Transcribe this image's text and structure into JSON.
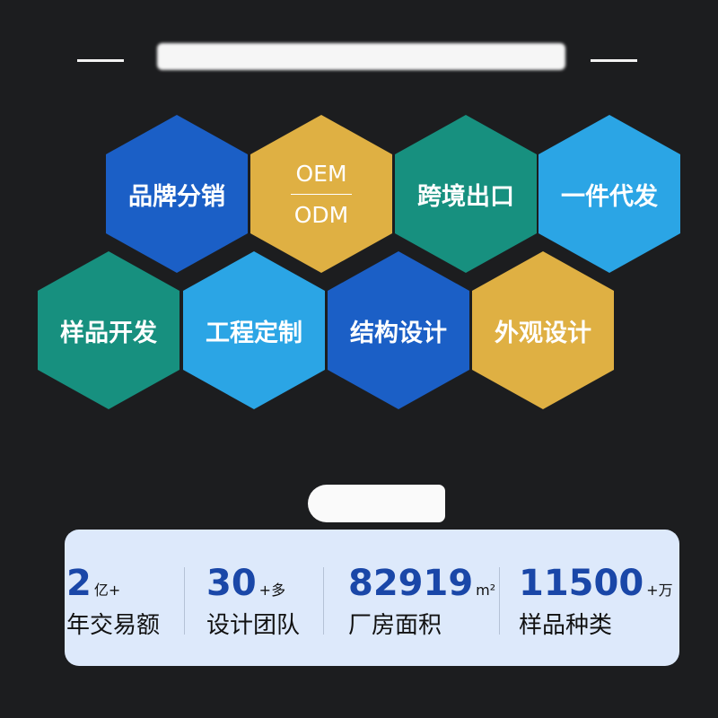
{
  "hexagons": [
    {
      "label": "品牌分销",
      "color": "#1b5fc6"
    },
    {
      "label_top": "OEM",
      "label_bottom": "ODM",
      "color": "#dfb043"
    },
    {
      "label": "跨境出口",
      "color": "#17907f"
    },
    {
      "label": "一件代发",
      "color": "#2ba5e5"
    },
    {
      "label": "样品开发",
      "color": "#17907f"
    },
    {
      "label": "工程定制",
      "color": "#2ba5e5"
    },
    {
      "label": "结构设计",
      "color": "#1b5fc6"
    },
    {
      "label": "外观设计",
      "color": "#dfb043"
    }
  ],
  "stats": [
    {
      "value": "2",
      "unit": "亿+",
      "label": "年交易额"
    },
    {
      "value": "30",
      "unit": "+多",
      "label": "设计团队"
    },
    {
      "value": "82919",
      "unit": "m²",
      "label": "厂房面积"
    },
    {
      "value": "11500",
      "unit": "+万",
      "label": "样品种类"
    }
  ]
}
